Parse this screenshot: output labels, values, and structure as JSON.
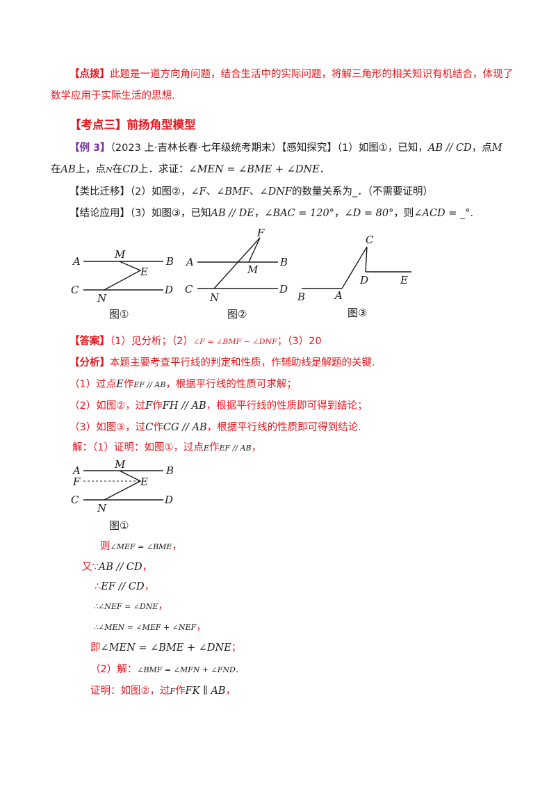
{
  "tip": {
    "label": "【点拨】",
    "line1": "此题是一道方向角问题，结合生活中的实际问题，将解三角形的相关知识有机结合，体现了",
    "line2": "数学应用于实际生活的思想."
  },
  "section": {
    "title": "【考点三】前扬角型模型"
  },
  "example": {
    "label": "【例 3】",
    "source": "（2023 上·吉林长春·七年级统考期末）【感知探究】（1）如图①，已知，",
    "cond1": "AB // CD",
    "point_m_pre": "，点",
    "m": "M",
    "line2_a": "在",
    "ab": "AB",
    "line2_b": "上，点",
    "n": "N",
    "line2_c": "在",
    "cd": "CD",
    "line2_d": "上．求证：",
    "eq1": "∠MEN = ∠BME + ∠DNE",
    "line2_end": "．",
    "q2_pre": "【类比迁移】（2）如图②，",
    "q2_f": "∠F",
    "q2_sep1": "、",
    "q2_bmf": "∠BMF",
    "q2_sep2": "、",
    "q2_dnf": "∠DNF",
    "q2_post": "的数量关系为_．（不需要证明）",
    "q3_pre": "【结论应用】（3）如图③，已知",
    "q3_cond": "AB // DE",
    "q3_comma1": "，",
    "q3_bac": "∠BAC = 120°",
    "q3_comma2": "，",
    "q3_d": "∠D = 80°",
    "q3_then": "，则",
    "q3_acd": "∠ACD = _°",
    "q3_end": "."
  },
  "figures": {
    "fig1": {
      "caption": "图①",
      "labels": [
        "A",
        "M",
        "B",
        "E",
        "C",
        "N",
        "D"
      ]
    },
    "fig2": {
      "caption": "图②",
      "labels": [
        "F",
        "A",
        "M",
        "B",
        "C",
        "N",
        "D"
      ]
    },
    "fig3": {
      "caption": "图③",
      "labels": [
        "C",
        "D",
        "E",
        "B",
        "A"
      ]
    },
    "fig4": {
      "caption": "图①",
      "labels": [
        "A",
        "M",
        "B",
        "F",
        "E",
        "C",
        "N",
        "D"
      ]
    }
  },
  "answer": {
    "label": "【答案】",
    "p1": "（1）见分析；（2）",
    "eq": "∠F = ∠BMF − ∠DNF",
    "p2": "；（3）20"
  },
  "analysis": {
    "label": "【分析】",
    "text": "本题主要考查平行线的判定和性质，作辅助线是解题的关键.",
    "s1_pre": "（1）过点",
    "s1_e": "E",
    "s1_mid": "作",
    "s1_eq": "EF // AB",
    "s1_post": "，根据平行线的性质可求解；",
    "s2_pre": "（2）如图②，过",
    "s2_f": "F",
    "s2_mid": "作",
    "s2_eq": "FH // AB",
    "s2_post": "，根据平行线的性质即可得到结论；",
    "s3_pre": "（3）如图③，过",
    "s3_c": "C",
    "s3_mid": "作",
    "s3_eq": "CG // AB",
    "s3_post": "，根据平行线的性质即可得到结论."
  },
  "solution": {
    "head_pre": "解：（1）证明：如图①，过点",
    "head_e": "E",
    "head_mid": "作",
    "head_eq": "EF // AB",
    "head_post": "，",
    "l1_pre": "则",
    "l1_eq": "∠MEF = ∠BME",
    "l1_post": "，",
    "l2_pre": "又∵",
    "l2_eq": "AB // CD",
    "l2_post": "，",
    "l3_pre": "∴",
    "l3_eq": "EF // CD",
    "l3_post": "，",
    "l4_eq": "∴∠NEF = ∠DNE",
    "l4_post": "，",
    "l5_eq": "∴∠MEN = ∠MEF + ∠NEF",
    "l5_post": "，",
    "l6_pre": "即",
    "l6_eq": "∠MEN = ∠BME + ∠DNE",
    "l6_post": "；",
    "l7_pre": "（2）解：",
    "l7_eq": "∠BMF = ∠MFN + ∠FND",
    "l7_post": ".",
    "l8_pre": "证明：如图②，过",
    "l8_f": "F",
    "l8_mid": "作",
    "l8_eq": "FK ∥ AB",
    "l8_post": "，"
  }
}
